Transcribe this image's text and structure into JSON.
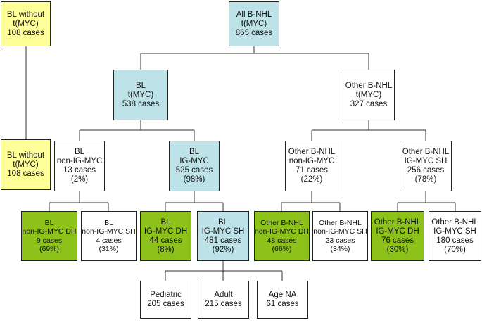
{
  "nodes": {
    "bl_without_top": {
      "lines": [
        "BL without",
        "t(MYC)",
        "108 cases"
      ]
    },
    "all_bnhl": {
      "lines": [
        "All B-NHL",
        "t(MYC)",
        "865 cases"
      ]
    },
    "bl": {
      "lines": [
        "BL",
        "t(MYC)",
        "538 cases"
      ]
    },
    "other_bnhl": {
      "lines": [
        "Other B-NHL",
        "t(MYC)",
        "327 cases"
      ]
    },
    "bl_without_mid": {
      "lines": [
        "BL without",
        "t(MYC)",
        "108 cases"
      ]
    },
    "bl_non_ig": {
      "lines": [
        "BL",
        "non-IG-MYC",
        "13 cases",
        "(2%)"
      ]
    },
    "bl_ig": {
      "lines": [
        "BL",
        "IG-MYC",
        "525 cases",
        "(98%)"
      ]
    },
    "other_non_ig": {
      "lines": [
        "Other B-NHL",
        "non-IG-MYC",
        "71 cases",
        "(22%)"
      ]
    },
    "other_ig_sh": {
      "lines": [
        "Other B-NHL",
        "IG-MYC SH",
        "256 cases",
        "(78%)"
      ]
    },
    "bl_non_ig_dh": {
      "lines": [
        "BL",
        "non-IG-MYC DH",
        "9 cases",
        "(69%)"
      ]
    },
    "bl_non_ig_sh": {
      "lines": [
        "BL",
        "non-IG-MYC SH",
        "4 cases",
        "(31%)"
      ]
    },
    "bl_ig_dh": {
      "lines": [
        "BL",
        "IG-MYC DH",
        "44 cases",
        "(8%)"
      ]
    },
    "bl_ig_sh": {
      "lines": [
        "BL",
        "IG-MYC SH",
        "481 cases",
        "(92%)"
      ]
    },
    "other_non_ig_dh": {
      "lines": [
        "Other B-NHL",
        "non-IG-MYC DH",
        "48 cases",
        "(66%)"
      ]
    },
    "other_non_ig_sh": {
      "lines": [
        "Other B-NHL",
        "non-IG-MYC SH",
        "23 cases",
        "(34%)"
      ]
    },
    "other_ig_dh": {
      "lines": [
        "Other B-NHL",
        "IG-MYC DH",
        "76 cases",
        "(30%)"
      ]
    },
    "other_ig_sh2": {
      "lines": [
        "Other B-NHL",
        "IG-MYC SH",
        "180 cases",
        "(70%)"
      ]
    },
    "pediatric": {
      "lines": [
        "Pediatric",
        "205 cases"
      ]
    },
    "adult": {
      "lines": [
        "Adult",
        "215 cases"
      ]
    },
    "age_na": {
      "lines": [
        "Age NA",
        "61 cases"
      ]
    }
  },
  "colors": {
    "yellow": "#ffff99",
    "blue": "#bde3e9",
    "green": "#8cc21a",
    "white": "#ffffff",
    "line": "#333333"
  }
}
